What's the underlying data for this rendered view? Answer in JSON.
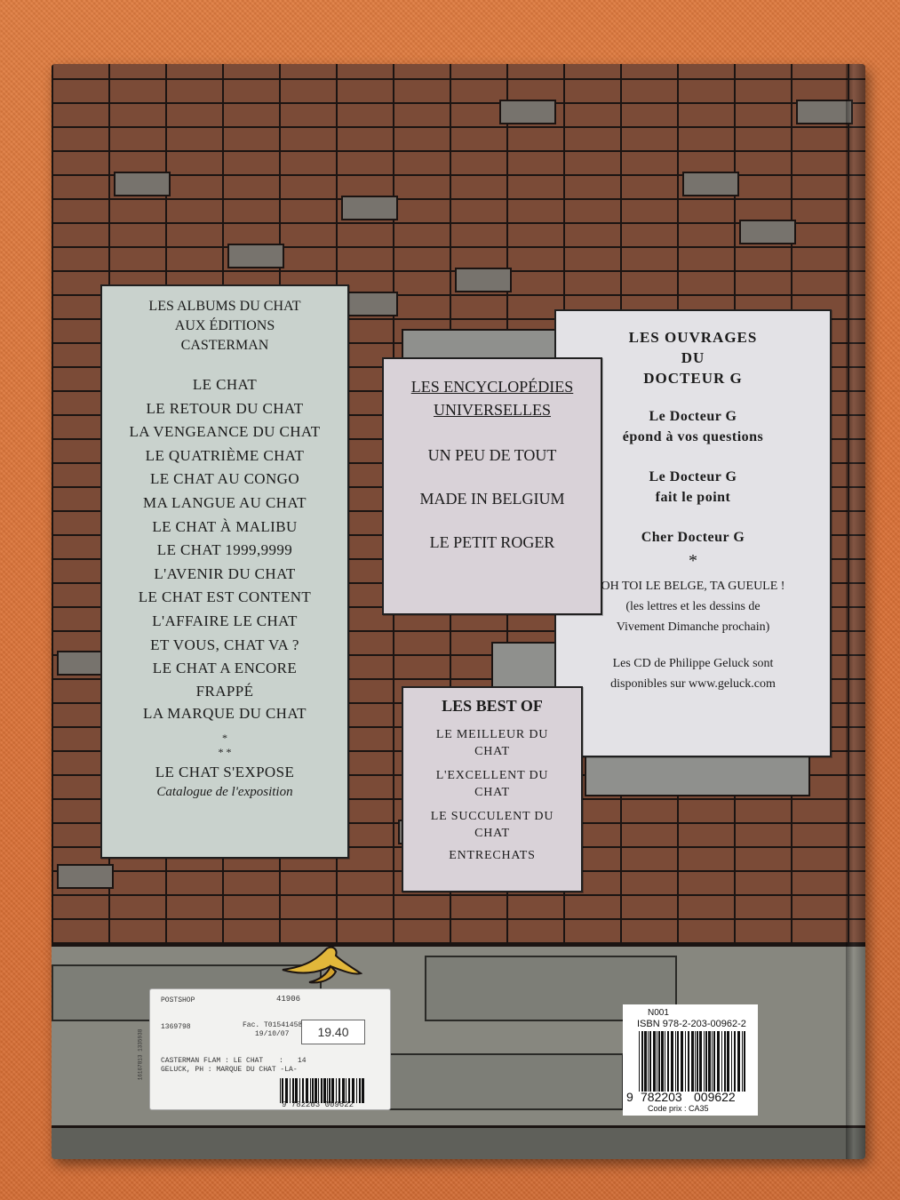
{
  "poster_albums": {
    "heading": [
      "LES ALBUMS DU CHAT",
      "AUX ÉDITIONS",
      "CASTERMAN"
    ],
    "titles": [
      "LE CHAT",
      "LE RETOUR DU CHAT",
      "LA VENGEANCE DU CHAT",
      "LE QUATRIÈME CHAT",
      "LE CHAT AU CONGO",
      "MA LANGUE AU CHAT",
      "LE CHAT À  MALIBU",
      "LE CHAT 1999,9999",
      "L'AVENIR DU CHAT",
      "LE CHAT EST CONTENT",
      "L'AFFAIRE LE CHAT",
      "ET VOUS, CHAT VA ?",
      "LE CHAT A ENCORE",
      "FRAPPÉ",
      "LA MARQUE DU CHAT"
    ],
    "star1": "*",
    "star2": "* *",
    "expo": "LE CHAT S'EXPOSE",
    "expo_sub": "Catalogue de l'exposition"
  },
  "poster_encyclo": {
    "title": [
      "LES ENCYCLOPÉDIES",
      "UNIVERSELLES"
    ],
    "items": [
      "UN PEU DE TOUT",
      "MADE IN BELGIUM",
      "LE PETIT ROGER"
    ]
  },
  "poster_docteur": {
    "heading": [
      "LES OUVRAGES",
      "DU",
      "DOCTEUR G"
    ],
    "items": [
      "Le Docteur G",
      "épond à vos questions",
      "Le Docteur G",
      "fait le point",
      "Cher Docteur G"
    ],
    "star": "*",
    "belge": "OH TOI LE BELGE, TA GUEULE !",
    "belge_sub": [
      "(les lettres et les dessins de",
      "Vivement Dimanche prochain)"
    ],
    "cd": [
      "Les CD de Philippe Geluck sont",
      "disponibles sur www.geluck.com"
    ]
  },
  "poster_best": {
    "heading": "LES BEST OF",
    "items": [
      "LE MEILLEUR DU",
      "CHAT",
      "L'EXCELLENT DU",
      "CHAT",
      "LE SUCCULENT DU",
      "CHAT",
      "ENTRECHATS"
    ]
  },
  "sticker": {
    "shop": "POSTSHOP",
    "code": "41906",
    "ref": "1369798",
    "fac": "Fac. T01541458",
    "date": "19/10/07",
    "price": "19.40",
    "line1": "CASTERMAN FLAM : LE CHAT",
    "line1b": ":",
    "line1c": "14",
    "line2": "GELUCK, PH : MARQUE DU CHAT -LA-",
    "side": "16167813 1335938",
    "ean": "9 782203 009622"
  },
  "isbn_block": {
    "code": "N001",
    "isbn": "ISBN 978-2-203-00962-2",
    "ean_first": "9",
    "ean_mid": "782203",
    "ean_last": "009622",
    "price_code": "Code prix : CA35"
  }
}
